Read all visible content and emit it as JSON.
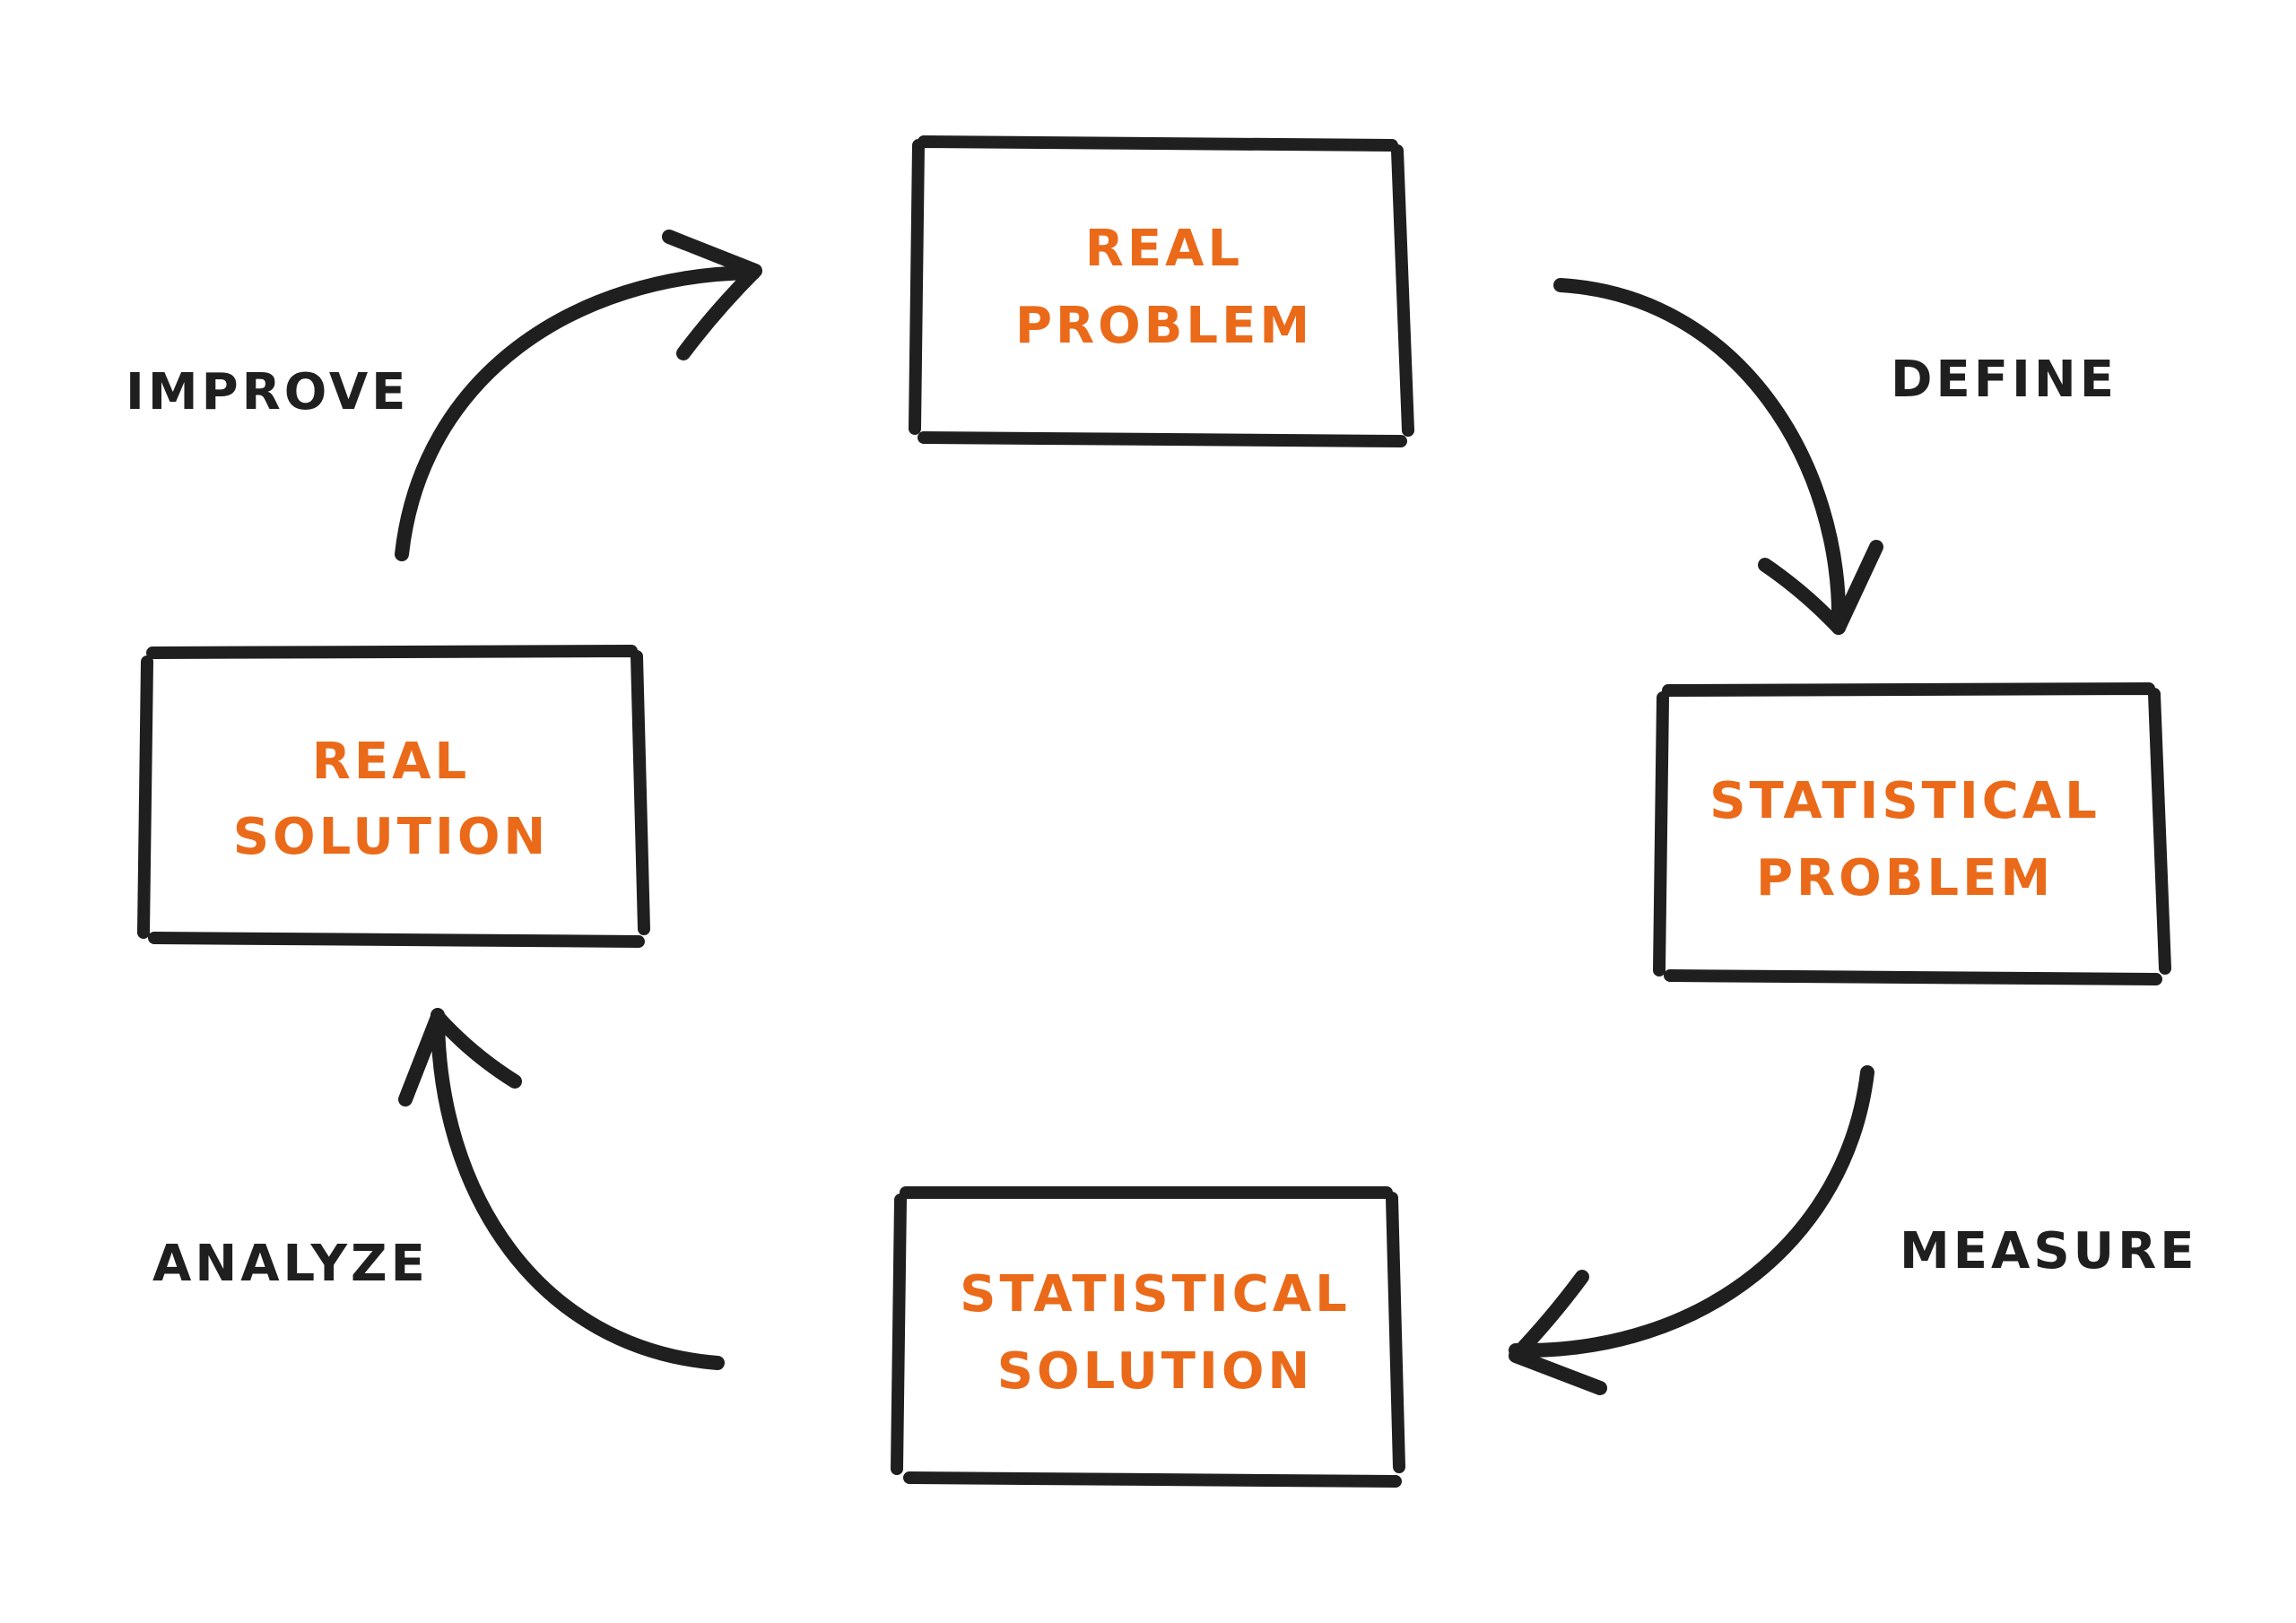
{
  "colors": {
    "ink": "#1f1f1f",
    "accent": "#ea6a1a",
    "background": "#ffffff"
  },
  "nodes": [
    {
      "id": "real-problem",
      "lines": [
        "REAL",
        "PROBLEM"
      ]
    },
    {
      "id": "statistical-problem",
      "lines": [
        "STATISTICAL",
        "PROBLEM"
      ]
    },
    {
      "id": "statistical-solution",
      "lines": [
        "STATISTICAL",
        "SOLUTION"
      ]
    },
    {
      "id": "real-solution",
      "lines": [
        "REAL",
        "SOLUTION"
      ]
    }
  ],
  "edges": [
    {
      "from": "real-problem",
      "to": "statistical-problem",
      "label": "DEFINE"
    },
    {
      "from": "statistical-problem",
      "to": "statistical-solution",
      "label": "MEASURE"
    },
    {
      "from": "statistical-solution",
      "to": "real-solution",
      "label": "ANALYZE"
    },
    {
      "from": "real-solution",
      "to": "real-problem",
      "label": "IMPROVE"
    }
  ]
}
